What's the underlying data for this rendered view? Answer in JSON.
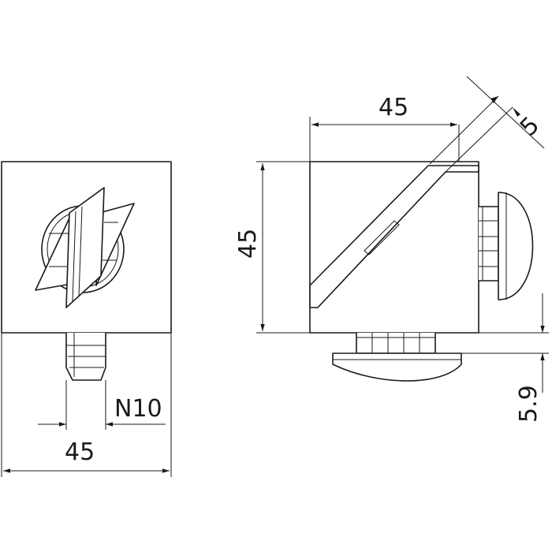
{
  "dimensions": {
    "left_width": "45",
    "left_slot": "N10",
    "right_width": "45",
    "right_height": "45",
    "diagonal_offset": "5",
    "right_cap": "5.9"
  },
  "colors": {
    "line": "#1a1a1a",
    "background": "#ffffff"
  }
}
